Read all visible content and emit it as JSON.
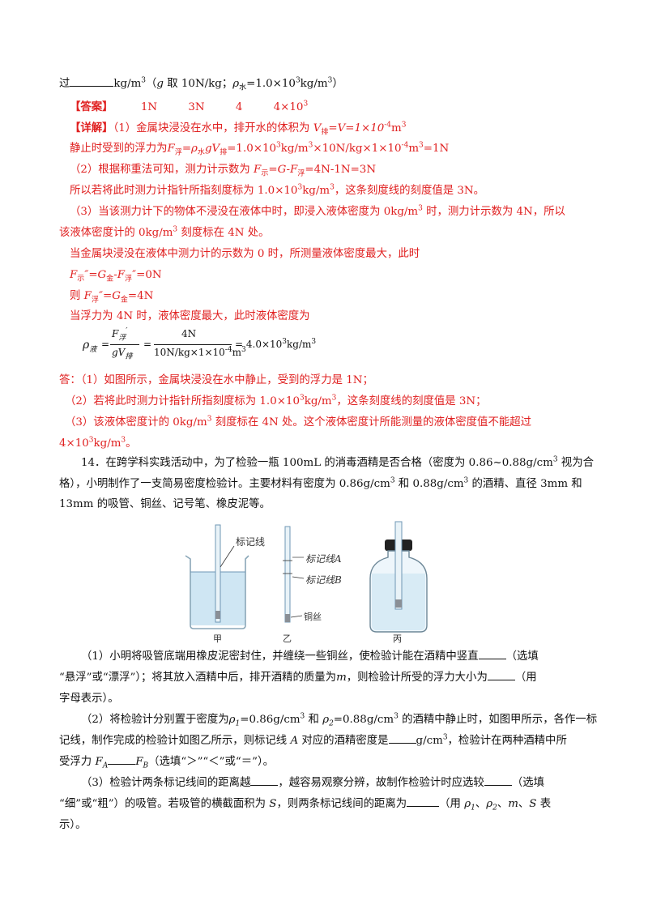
{
  "q13": {
    "line1_prefix": "过",
    "line1_unit": "kg/m",
    "line1_paren": "（",
    "line1_g": "g",
    "line1_g_rest": "取 10N/kg；",
    "line1_rho": "ρ",
    "line1_rho_sub": "水",
    "line1_rho_val": "=1.0×10",
    "line1_rho_exp": "3",
    "line1_rho_unit": "kg/m",
    "line1_close": "）",
    "answer_label": "【答案】",
    "answers": [
      "1N",
      "3N",
      "4",
      "4×10"
    ],
    "answer4_exp": "3",
    "detail_label": "【详解】",
    "d1_a": "（1）金属块浸没在水中，排开水的体积为",
    "d1_b": "V",
    "d1_c": "排",
    "d1_d": "=V=1×10",
    "d1_e": "-4",
    "d1_f": "m",
    "d2_a": "静止时受到的浮力为",
    "d2_b": "F",
    "d2_c": "浮",
    "d2_d": "=ρ",
    "d2_e": "水",
    "d2_f": "gV",
    "d2_g": "排",
    "d2_h": "=1.0×10",
    "d2_i": "kg/m",
    "d2_j": "×10N/kg×1×10",
    "d2_k": "m",
    "d2_l": "=1N",
    "d3_a": "（2）根据称重法可知，测力计示数为",
    "d3_b": "F",
    "d3_c": "示",
    "d3_d": "=G-F",
    "d3_e": "浮",
    "d3_f": "=4N-1N=3N",
    "d4": "所以若将此时测力计指针所指刻度标为 1.0×10",
    "d4_b": "kg/m",
    "d4_c": "，这条刻度线的刻度值是 3N。",
    "d5": "（3）当该测力计下的物体不浸没在液体中时，即浸入液体密度为 0kg/m",
    "d5_b": " 时，测力计示数为 4N，所以",
    "d6": "该液体密度计的 0kg/m",
    "d6_b": " 刻度标在 4N 处。",
    "d7": "当金属块浸没在液体中测力计的示数为 0 时，所测量液体密度最大，此时",
    "d8_a": "F",
    "d8_b": "示",
    "d8_c": "″=G",
    "d8_d": "金",
    "d8_e": "-F",
    "d8_f": "浮",
    "d8_g": "″=0N",
    "d9_a": "则 ",
    "d9_b": "F",
    "d9_c": "浮",
    "d9_d": "″=G",
    "d9_e": "金",
    "d9_f": "=4N",
    "d10": "当浮力为 4N 时，液体密度最大，此时液体密度为",
    "formula": {
      "rho": "ρ",
      "rho_sub": "液",
      "num1": "F",
      "num1_sub": "浮",
      "num1_sup": "′",
      "den1": "gV",
      "den1_sub": "排",
      "num2": "4N",
      "den2": "10N/kg×1×10",
      "den2_exp": "-4",
      "den2_unit": "m",
      "result": "= 4.0×10",
      "result_exp": "3",
      "result_unit": "kg/m"
    },
    "ans_a": "答：（1）如图所示，金属块浸没在水中静止，受到的浮力是 1N；",
    "ans_b": "（2）若将此时测力计指针所指刻度标为 1.0×10",
    "ans_b2": "kg/m",
    "ans_b3": "，这条刻度线的刻度值是 3N；",
    "ans_c": "（3）该液体密度计的 0kg/m",
    "ans_c2": " 刻度标在 4N 处。这个液体密度计所能测量的液体密度值不能超过",
    "ans_d": "4×10",
    "ans_d2": "kg/m",
    "ans_d3": "。"
  },
  "q14": {
    "p1": "14．在跨学科实践活动中，为了检验一瓶 100mL 的消毒酒精是否合格（密度为 0.86~0.88g/cm",
    "p1_b": " 视为合",
    "p2": "格），小明制作了一支简易密度检验计。主要材料有密度为 0.86g/cm",
    "p2_b": " 和 0.88g/cm",
    "p2_c": " 的酒精、直径 3mm 和",
    "p3": "13mm 的吸管、铜丝、记号笔、橡皮泥等。",
    "fig": {
      "label_jia_mark": "标记线",
      "label_A": "标记线A",
      "label_B": "标记线B",
      "label_cu": "铜丝",
      "cap_jia": "甲",
      "cap_yi": "乙",
      "cap_bing": "丙"
    },
    "s1_a": "（1）小明将吸管底端用橡皮泥密封住，并缠绕一些铜丝，使检验计能在酒精中竖直",
    "s1_b": "（选填",
    "s1_c": "“悬浮”或“漂浮”）；将其放入酒精中后，排开酒精的质量为",
    "s1_m": "m",
    "s1_d": "，则检验计所受的浮力大小为",
    "s1_e": "（用",
    "s1_f": "字母表示）。",
    "s2_a": "（2）将检验计分别置于密度为",
    "s2_r1": "ρ",
    "s2_r1s": "1",
    "s2_b": "=0.86g/cm",
    "s2_c": " 和 ",
    "s2_r2": "ρ",
    "s2_r2s": "2",
    "s2_d": "=0.88g/cm",
    "s2_e": " 的酒精中静止时，如图甲所示，各作一标",
    "s2_f": "记线，制作完成的检验计如图乙所示，则标记线 ",
    "s2_A": "A",
    "s2_g": " 对应的酒精密度是",
    "s2_h": "g/cm",
    "s2_i": "，检验计在两种酒精中所",
    "s2_j": "受浮力 ",
    "s2_FA": "F",
    "s2_FAs": "A",
    "s2_FB": "F",
    "s2_FBs": "B",
    "s2_k": "（选填“＞”“＜”或“＝”）。",
    "s3_a": "（3）检验计两条标记线间的距离越",
    "s3_b": "，越容易观察分辨，故制作检验计时应选较",
    "s3_c": "（选填",
    "s3_d": "“细”或“粗”）的吸管。若吸管的横截面积为 ",
    "s3_S": "S",
    "s3_e": "，则两条标记线间的距离为",
    "s3_f": "（用 ",
    "s3_g": "ρ",
    "s3_g1": "1",
    "s3_h": "、",
    "s3_i": "ρ",
    "s3_i2": "2",
    "s3_j": "、",
    "s3_k": "m",
    "s3_l": "、",
    "s3_mS": "S",
    "s3_n": " 表",
    "s3_o": "示）。"
  }
}
